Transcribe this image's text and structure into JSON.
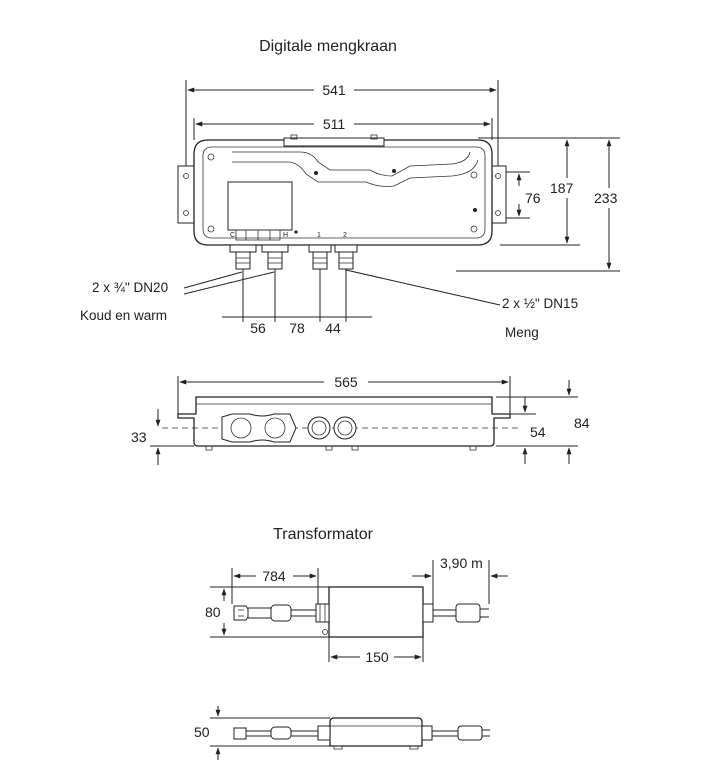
{
  "mixer": {
    "title": "Digitale mengkraan",
    "top_view": {
      "dim_total_width": "541",
      "dim_body_width": "511",
      "dim_height_small": "76",
      "dim_height_mid": "187",
      "dim_height_total": "233",
      "cold_warm_size": "2 x ¾\" DN20",
      "cold_warm_label": "Koud en warm",
      "mix_size": "2 x ½\" DN15",
      "mix_label": "Meng",
      "dim_spacing_a": "56",
      "dim_spacing_b": "78",
      "dim_spacing_c": "44",
      "marker_c": "C",
      "marker_h": "H",
      "marker_1": "1",
      "marker_2": "2"
    },
    "front_view": {
      "dim_length": "565",
      "dim_connection_height": "33",
      "dim_body_height": "54",
      "dim_total_height": "84"
    }
  },
  "transformer": {
    "title": "Transformator",
    "top_view": {
      "dim_cable_length": "784",
      "dim_width": "80",
      "dim_cord": "3,90 m",
      "dim_box_length": "150"
    },
    "side_view": {
      "dim_height": "50"
    }
  }
}
